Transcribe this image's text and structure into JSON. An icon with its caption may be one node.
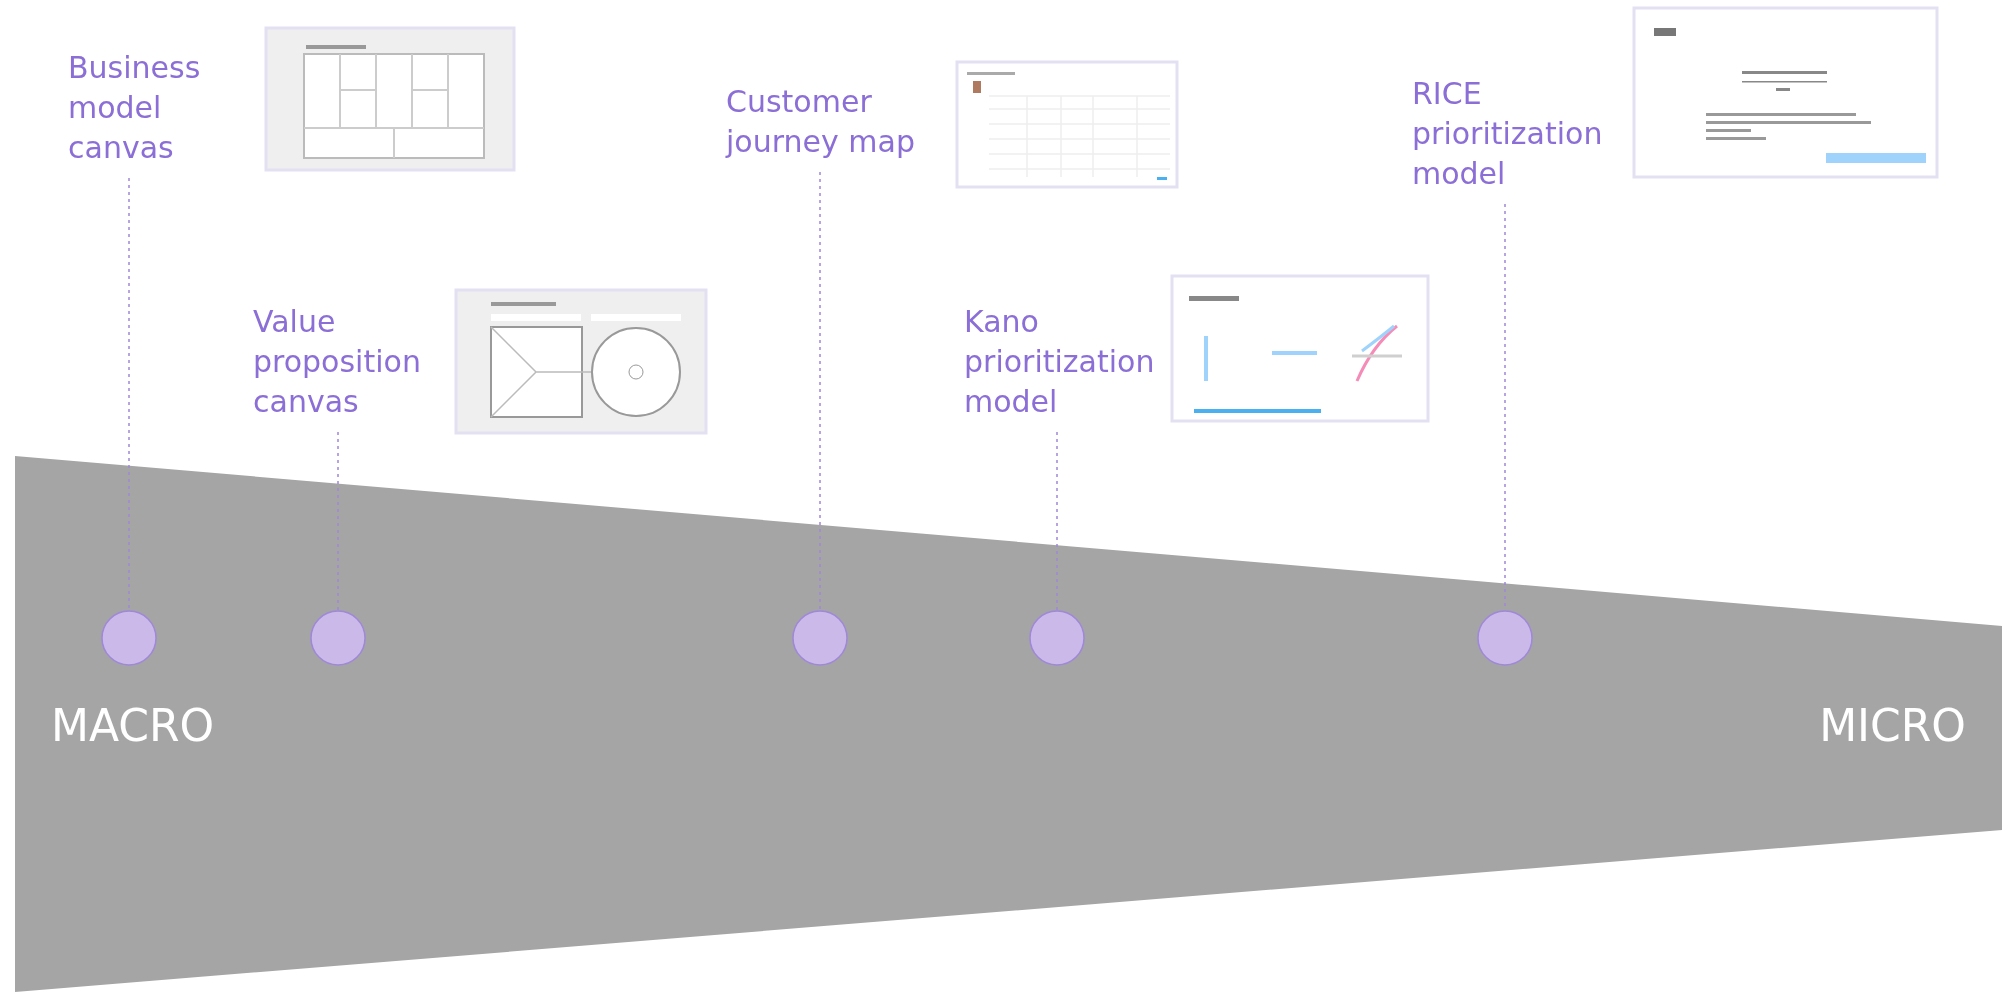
{
  "diagram": {
    "nodes": [
      {
        "text": [
          "Business model canvas"
        ]
      },
      {
        "text": [],
        "shape": "circle"
      },
      {
        "text": [
          "Value proposition canvas"
        ]
      },
      {
        "text": [],
        "shape": "circle"
      },
      {
        "text": [
          "Customer journey map"
        ]
      },
      {
        "text": [],
        "shape": "circle"
      },
      {
        "text": [
          "Kano prioritization model"
        ]
      },
      {
        "text": [],
        "shape": "circle"
      },
      {
        "text": [
          "RICE prioritization model"
        ]
      },
      {
        "text": [],
        "shape": "circle"
      }
    ],
    "edges": [
      {
        "from": 0,
        "to": 1,
        "arrow": "none",
        "style": "dashed"
      },
      {
        "from": 2,
        "to": 3,
        "arrow": "none",
        "style": "dashed"
      },
      {
        "from": 4,
        "to": 5,
        "arrow": "none",
        "style": "dashed"
      },
      {
        "from": 6,
        "to": 7,
        "arrow": "none",
        "style": "dashed"
      },
      {
        "from": 8,
        "to": 9,
        "arrow": "none",
        "style": "dashed"
      }
    ],
    "labels": [
      "MACRO",
      "MICRO"
    ]
  }
}
